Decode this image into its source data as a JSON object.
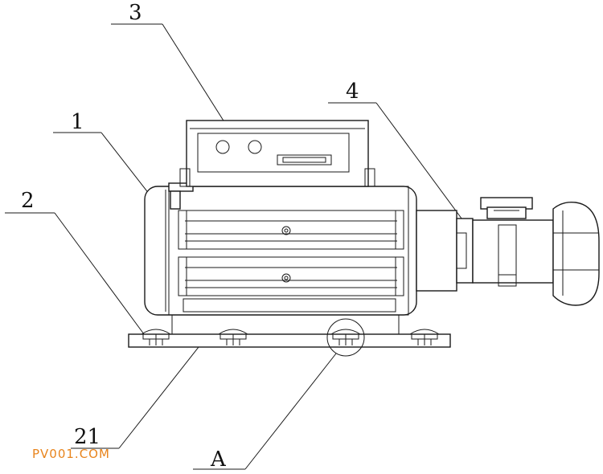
{
  "labels": {
    "one": "1",
    "two": "2",
    "three": "3",
    "four": "4",
    "twenty_one": "21",
    "detail": "A"
  },
  "watermark": "PV001.COM",
  "colors": {
    "line": "#1a1a1a",
    "watermark": "#e8841c",
    "background": "#ffffff"
  }
}
